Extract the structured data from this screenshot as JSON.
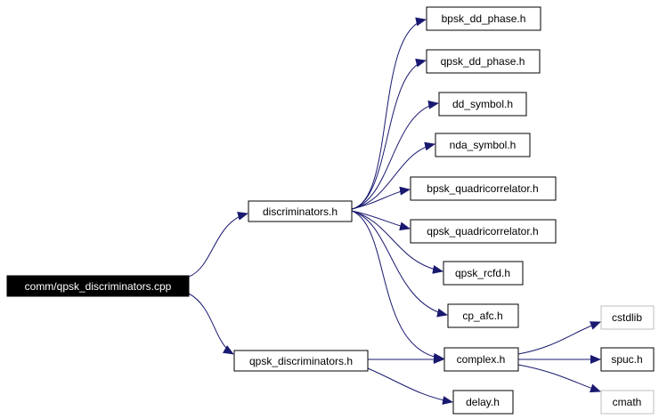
{
  "colors": {
    "edge": "#191970",
    "node_border": "#000000",
    "node_border_external": "#bfbfbf",
    "root_fill": "#000000",
    "root_text": "#ffffff",
    "node_fill": "#ffffff",
    "node_text": "#000000"
  },
  "nodes": {
    "root": "comm/qpsk_discriminators.cpp",
    "discriminators_h": "discriminators.h",
    "qpsk_discriminators_h": "qpsk_discriminators.h",
    "bpsk_dd_phase_h": "bpsk_dd_phase.h",
    "qpsk_dd_phase_h": "qpsk_dd_phase.h",
    "dd_symbol_h": "dd_symbol.h",
    "nda_symbol_h": "nda_symbol.h",
    "bpsk_quadricorrelator_h": "bpsk_quadricorrelator.h",
    "qpsk_quadricorrelator_h": "qpsk_quadricorrelator.h",
    "qpsk_rcfd_h": "qpsk_rcfd.h",
    "cp_afc_h": "cp_afc.h",
    "complex_h": "complex.h",
    "delay_h": "delay.h",
    "cstdlib": "cstdlib",
    "spuc_h": "spuc.h",
    "cmath": "cmath"
  }
}
